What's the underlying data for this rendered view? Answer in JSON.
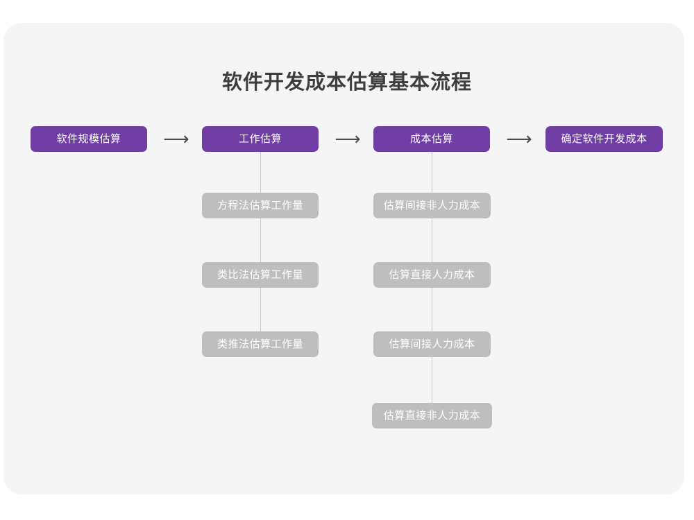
{
  "page": {
    "title": "软件开发成本估算基本流程",
    "background_color": "#ffffff",
    "card_color": "#f5f5f5",
    "primary_color": "#6f3da3",
    "secondary_color": "#bebebe",
    "connector_color": "#c9c9c9",
    "arrow_glyph": "⟶"
  },
  "flow": {
    "steps": [
      {
        "label": "软件规模估算",
        "substeps": []
      },
      {
        "label": "工作估算",
        "substeps": [
          {
            "label": "方程法估算工作量"
          },
          {
            "label": "类比法估算工作量"
          },
          {
            "label": "类推法估算工作量"
          }
        ]
      },
      {
        "label": "成本估算",
        "substeps": [
          {
            "label": "估算间接非人力成本"
          },
          {
            "label": "估算直接人力成本"
          },
          {
            "label": "估算间接人力成本"
          },
          {
            "label": "估算直接非人力成本"
          }
        ]
      },
      {
        "label": "确定软件开发成本",
        "substeps": []
      }
    ],
    "arrows": [
      {
        "label": "⟶"
      },
      {
        "label": "⟶"
      },
      {
        "label": "⟶"
      }
    ]
  }
}
